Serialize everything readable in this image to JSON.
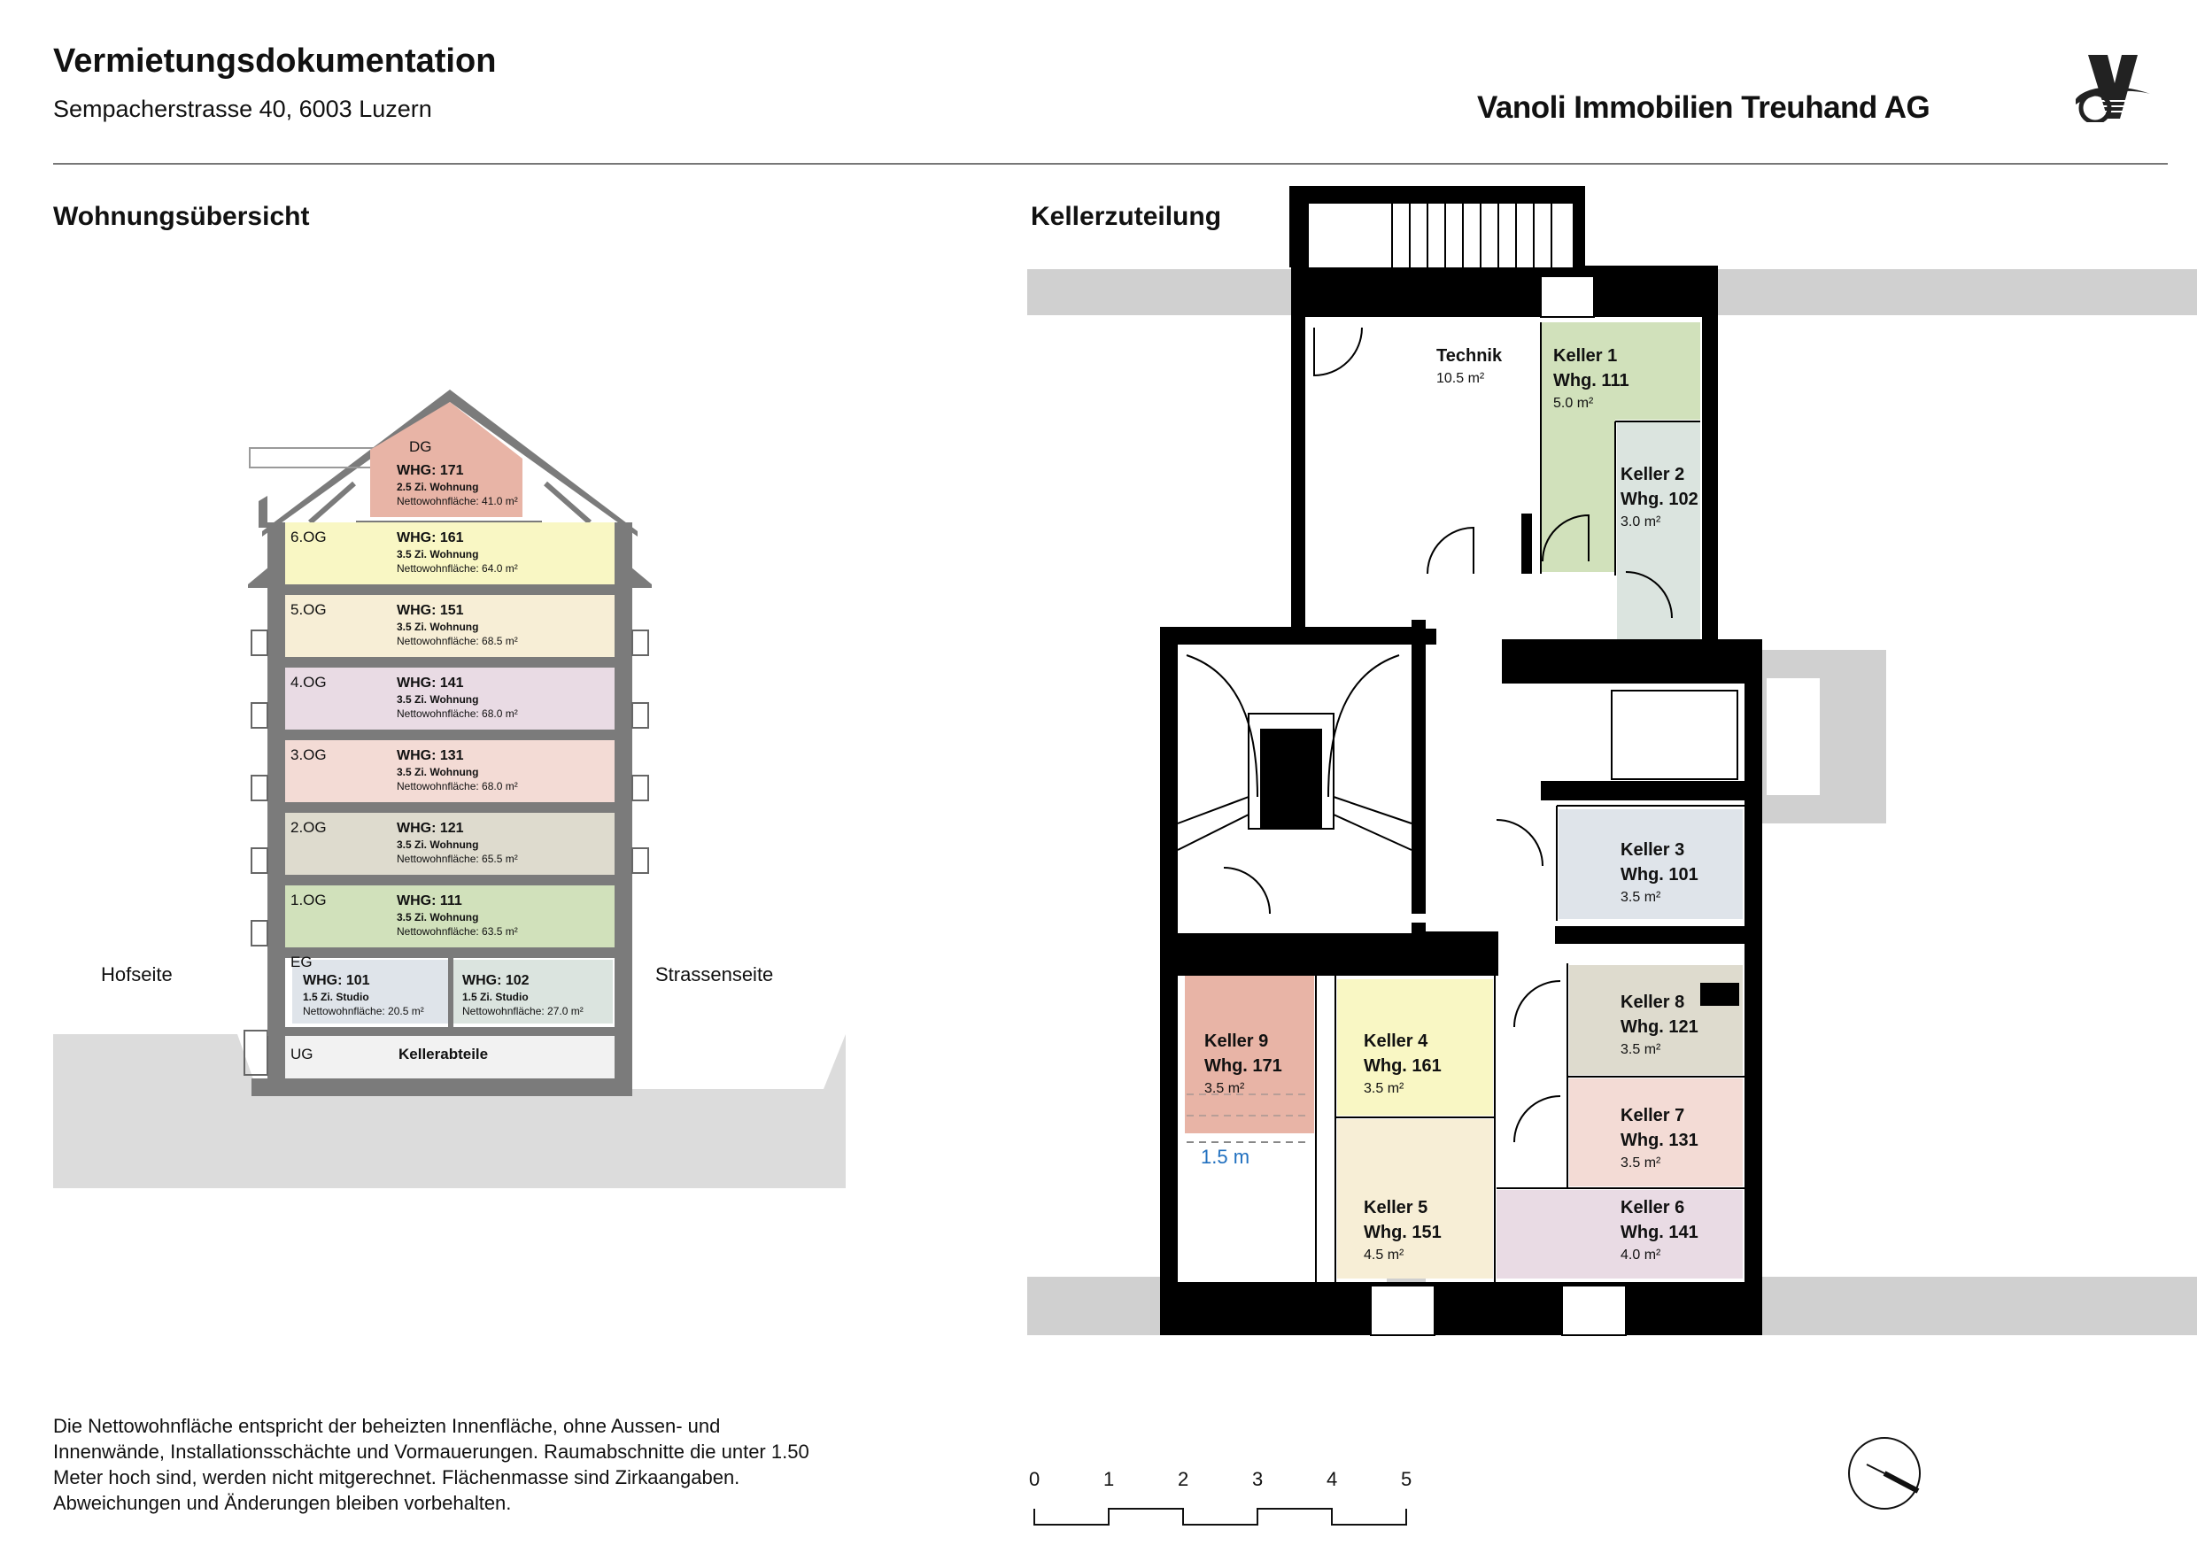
{
  "header": {
    "title": "Vermietungsdokumentation",
    "address": "Sempacherstrasse 40, 6003 Luzern",
    "company": "Vanoli Immobilien Treuhand AG"
  },
  "section": {
    "left_title": "Wohnungsübersicht",
    "right_title": "Kellerzuteilung",
    "left_side": "Hofseite",
    "right_side": "Strassenseite"
  },
  "floors": [
    {
      "level": "DG",
      "unit": "WHG: 171",
      "type": "2.5 Zi. Wohnung",
      "area": "Nettowohnfläche: 41.0 m²",
      "color": "#e8b4a6"
    },
    {
      "level": "6.OG",
      "unit": "WHG: 161",
      "type": "3.5 Zi. Wohnung",
      "area": "Nettowohnfläche: 64.0 m²",
      "color": "#f9f7c4"
    },
    {
      "level": "5.OG",
      "unit": "WHG: 151",
      "type": "3.5 Zi. Wohnung",
      "area": "Nettowohnfläche: 68.5 m²",
      "color": "#f7eed6"
    },
    {
      "level": "4.OG",
      "unit": "WHG: 141",
      "type": "3.5 Zi. Wohnung",
      "area": "Nettowohnfläche: 68.0 m²",
      "color": "#e9dbe4"
    },
    {
      "level": "3.OG",
      "unit": "WHG: 131",
      "type": "3.5 Zi. Wohnung",
      "area": "Nettowohnfläche: 68.0 m²",
      "color": "#f3dbd5"
    },
    {
      "level": "2.OG",
      "unit": "WHG: 121",
      "type": "3.5 Zi. Wohnung",
      "area": "Nettowohnfläche: 65.5 m²",
      "color": "#dedbce"
    },
    {
      "level": "1.OG",
      "unit": "WHG: 111",
      "type": "3.5 Zi. Wohnung",
      "area": "Nettowohnfläche: 63.5 m²",
      "color": "#d1e1bb"
    }
  ],
  "eg": {
    "level": "EG",
    "units": [
      {
        "unit": "WHG: 101",
        "type": "1.5 Zi. Studio",
        "area": "Nettowohnfläche: 20.5 m²",
        "color": "#dfe4ea"
      },
      {
        "unit": "WHG: 102",
        "type": "1.5 Zi. Studio",
        "area": "Nettowohnfläche: 27.0 m²",
        "color": "#dbe4df"
      }
    ]
  },
  "ug": {
    "level": "UG",
    "label": "Kellerabteile",
    "color": "#f2f2f2"
  },
  "cellars": {
    "technik": {
      "name": "Technik",
      "area": "10.5 m²"
    },
    "keller1": {
      "name": "Keller 1",
      "unit": "Whg. 111",
      "area": "5.0 m²",
      "color": "#d1e1bb"
    },
    "keller2": {
      "name": "Keller 2",
      "unit": "Whg. 102",
      "area": "3.0 m²",
      "color": "#dbe4df"
    },
    "keller3": {
      "name": "Keller 3",
      "unit": "Whg. 101",
      "area": "3.5 m²",
      "color": "#dfe4ea"
    },
    "keller4": {
      "name": "Keller 4",
      "unit": "Whg. 161",
      "area": "3.5 m²",
      "color": "#f9f7c4"
    },
    "keller5": {
      "name": "Keller 5",
      "unit": "Whg. 151",
      "area": "4.5 m²",
      "color": "#f7eed6"
    },
    "keller6": {
      "name": "Keller 6",
      "unit": "Whg. 141",
      "area": "4.0 m²",
      "color": "#e9dbe4"
    },
    "keller7": {
      "name": "Keller 7",
      "unit": "Whg. 131",
      "area": "3.5 m²",
      "color": "#f3dbd5"
    },
    "keller8": {
      "name": "Keller 8",
      "unit": "Whg. 121",
      "area": "3.5 m²",
      "color": "#dedbce"
    },
    "keller9": {
      "name": "Keller 9",
      "unit": "Whg. 171",
      "area": "3.5 m²",
      "color": "#e8b4a6"
    },
    "height_note": "1.5 m"
  },
  "scale": {
    "ticks": [
      "0",
      "1",
      "2",
      "3",
      "4",
      "5"
    ]
  },
  "note": "Die Nettowohnfläche entspricht der beheizten Innenfläche, ohne Aussen- und Innenwände, Installationsschächte und Vormauerungen. Raumabschnitte die unter 1.50 Meter hoch sind, werden nicht mitgerechnet. Flächenmasse sind Zirkaangaben. Abweichungen und Änderungen bleiben vorbehalten."
}
